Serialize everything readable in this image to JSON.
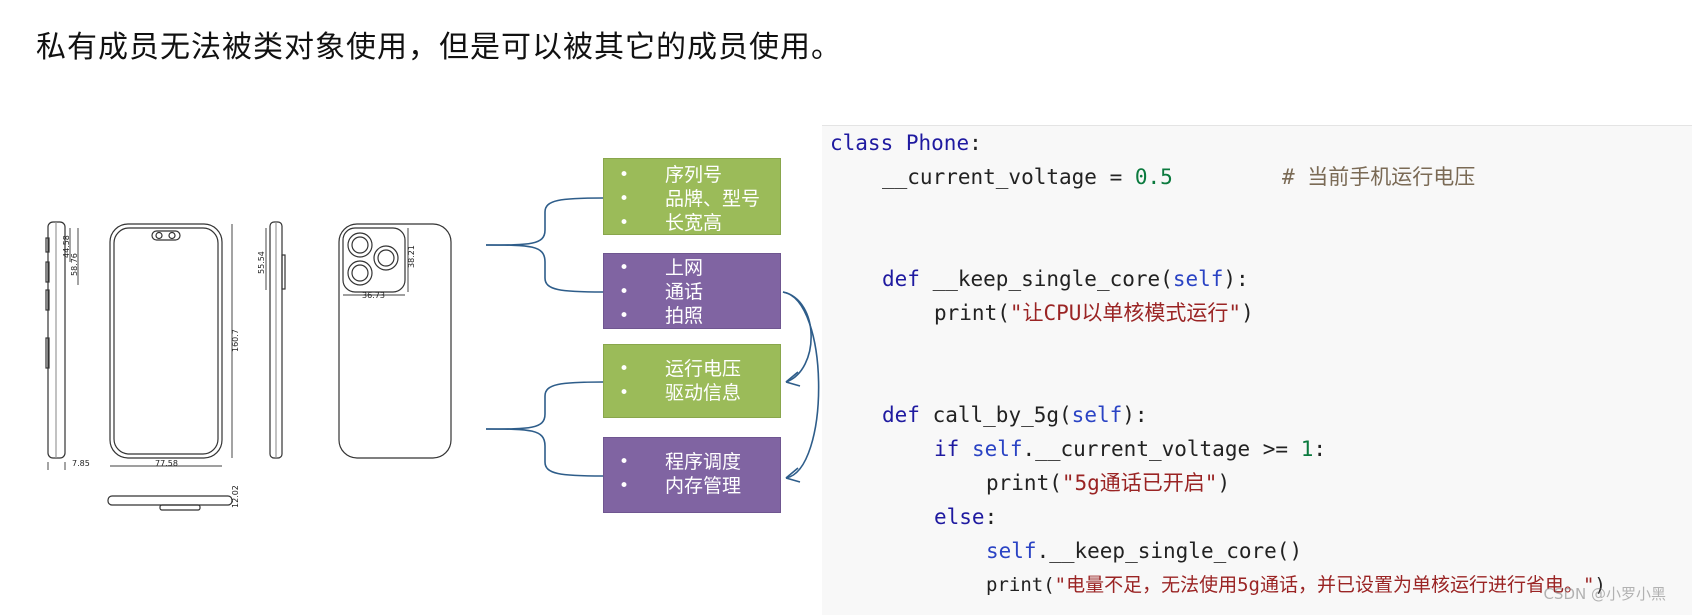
{
  "heading": "私有成员无法被类对象使用，但是可以被其它的成员使用。",
  "drawings": {
    "dim_4458": "44.58",
    "dim_5876": "58.76",
    "dim_5554": "55.54",
    "dim_3821": "38.21",
    "dim_3673": "36.73",
    "dim_1607": "160.7",
    "dim_785": "7.85",
    "dim_7758": "77.58",
    "dim_1202": "12.02"
  },
  "boxes": [
    {
      "color": "#9bbb59",
      "items": [
        "序列号",
        "品牌、型号",
        "长宽高"
      ]
    },
    {
      "color": "#8064a2",
      "items": [
        "上网",
        "通话",
        "拍照"
      ]
    },
    {
      "color": "#9bbb59",
      "items": [
        "运行电压",
        "驱动信息"
      ]
    },
    {
      "color": "#8064a2",
      "items": [
        "程序调度",
        "内存管理"
      ]
    }
  ],
  "code": {
    "l1_kw": "class",
    "l1_name": "Phone",
    "l1_colon": ":",
    "l2_var": "__current_voltage = ",
    "l2_num": "0.5",
    "l2_comment": "# 当前手机运行电压",
    "l3_kw": "def",
    "l3_name": "__keep_single_core(",
    "l3_self": "self",
    "l3_end": "):",
    "l4_fn": "print(",
    "l4_str": "\"让CPU以单核模式运行\"",
    "l4_end": ")",
    "l5_kw": "def",
    "l5_name": "call_by_5g(",
    "l5_self": "self",
    "l5_end": "):",
    "l6_kw": "if",
    "l6_self": "self",
    "l6_rest": ".__current_voltage >= ",
    "l6_num": "1",
    "l6_end": ":",
    "l7_fn": "print(",
    "l7_str": "\"5g通话已开启\"",
    "l7_end": ")",
    "l8_kw": "else",
    "l8_end": ":",
    "l9_self": "self",
    "l9_rest": ".__keep_single_core()",
    "l10_fn": "print(",
    "l10_str": "\"电量不足，无法使用5g通话，并已设置为单核运行进行省电。\"",
    "l10_end": ")"
  },
  "watermark": "CSDN @小罗小黑"
}
